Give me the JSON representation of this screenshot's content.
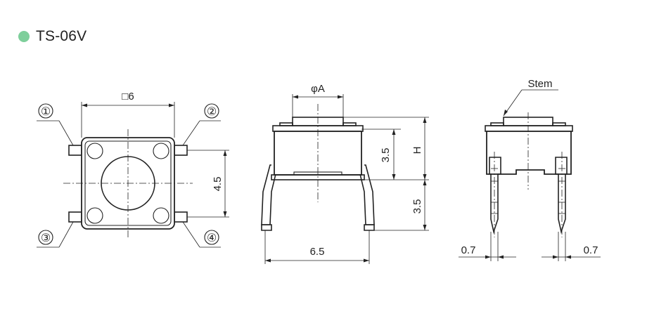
{
  "header": {
    "title": "TS-06V",
    "dot_color": "#7ecf9b"
  },
  "top_view": {
    "dim_width": "□6",
    "dim_pitch": "4.5",
    "pins": [
      "①",
      "②",
      "③",
      "④"
    ]
  },
  "front_view": {
    "dim_stem_dia": "φA",
    "dim_body_height": "3.5",
    "dim_total_height": "H",
    "dim_leg_length": "3.5",
    "dim_lead_spacing": "6.5"
  },
  "side_view": {
    "stem_label": "Stem",
    "dim_left_lead": "0.7",
    "dim_right_lead": "0.7"
  }
}
